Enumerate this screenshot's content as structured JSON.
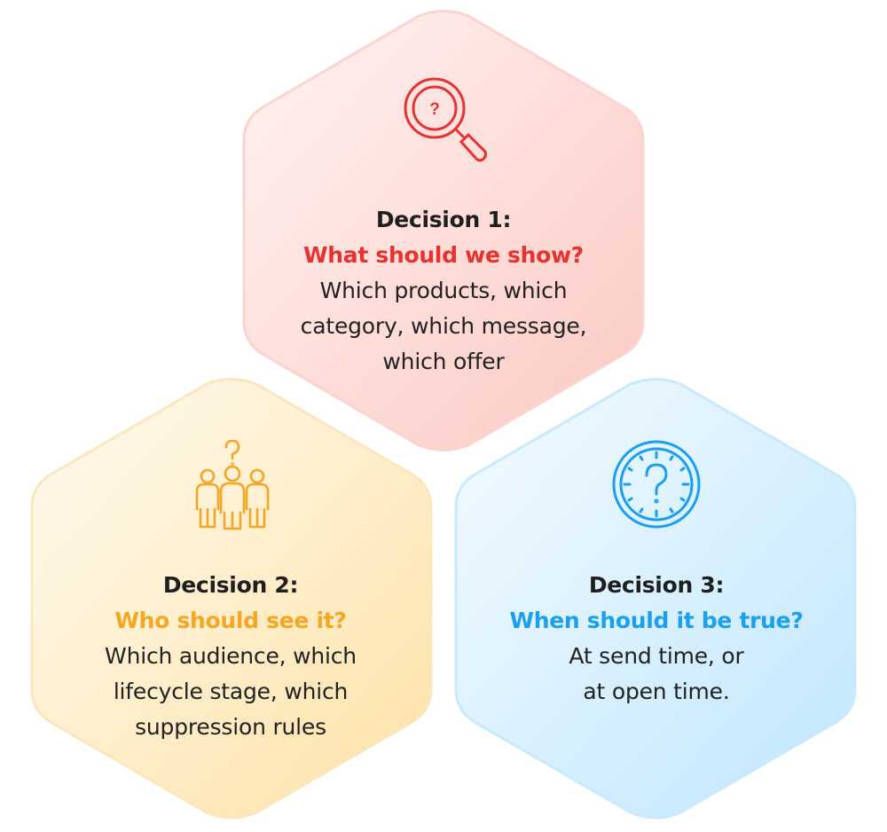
{
  "decisions": [
    {
      "heading": "Decision 1:",
      "question": "What should we show?",
      "lines": [
        "Which products, which",
        "category, which message,",
        "which offer"
      ],
      "icon": "magnifier-question-icon",
      "accent": "#e8322f",
      "fill_light": "#fff3f2",
      "fill_dark": "#fcc9c2",
      "stroke": "#fbd4cf"
    },
    {
      "heading": "Decision 2:",
      "question": "Who should see it?",
      "lines": [
        "Which audience, which",
        "lifecycle stage, which",
        "suppression rules"
      ],
      "icon": "people-question-icon",
      "accent": "#f5a623",
      "fill_light": "#fffaf0",
      "fill_dark": "#fde2a6",
      "stroke": "#fce7bd"
    },
    {
      "heading": "Decision 3:",
      "question": "When should it be true?",
      "lines": [
        "At send time, or",
        "at open time."
      ],
      "icon": "clock-question-icon",
      "accent": "#1aa0ee",
      "fill_light": "#f4fbff",
      "fill_dark": "#bfe6fd",
      "stroke": "#c9e9fc"
    }
  ]
}
